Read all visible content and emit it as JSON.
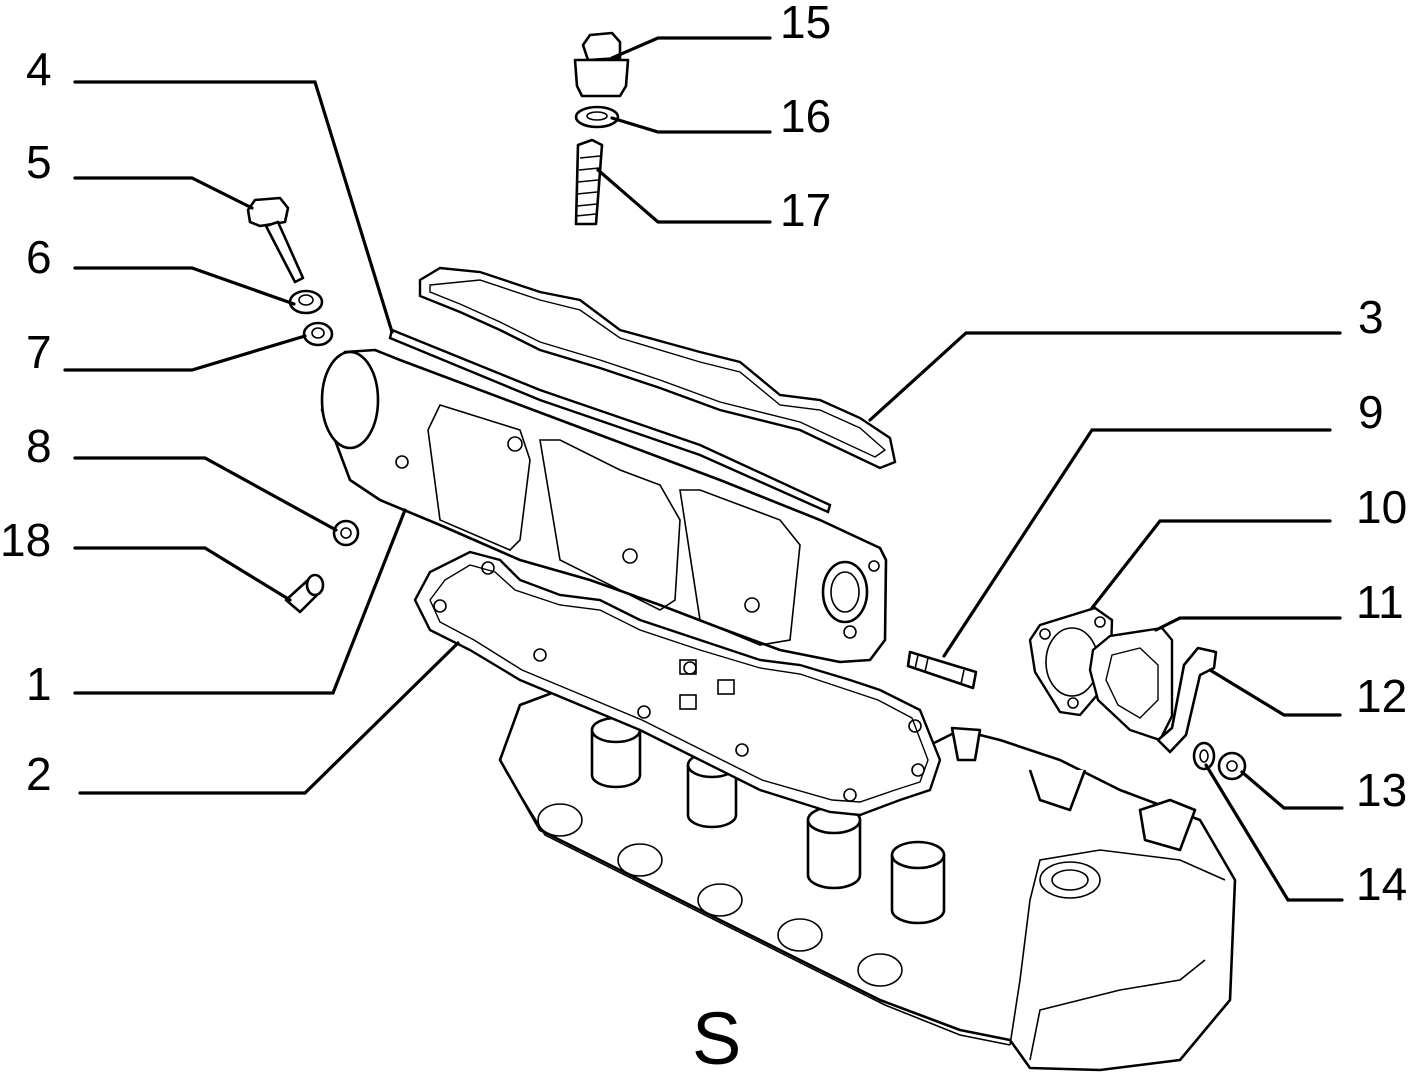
{
  "diagram": {
    "section_letter": "S",
    "callouts": [
      {
        "id": "4",
        "label": "4"
      },
      {
        "id": "5",
        "label": "5"
      },
      {
        "id": "6",
        "label": "6"
      },
      {
        "id": "7",
        "label": "7"
      },
      {
        "id": "8",
        "label": "8"
      },
      {
        "id": "18",
        "label": "18"
      },
      {
        "id": "1",
        "label": "1"
      },
      {
        "id": "2",
        "label": "2"
      },
      {
        "id": "15",
        "label": "15"
      },
      {
        "id": "16",
        "label": "16"
      },
      {
        "id": "17",
        "label": "17"
      },
      {
        "id": "3",
        "label": "3"
      },
      {
        "id": "9",
        "label": "9"
      },
      {
        "id": "10",
        "label": "10"
      },
      {
        "id": "11",
        "label": "11"
      },
      {
        "id": "12",
        "label": "12"
      },
      {
        "id": "13",
        "label": "13"
      },
      {
        "id": "14",
        "label": "14"
      }
    ]
  }
}
